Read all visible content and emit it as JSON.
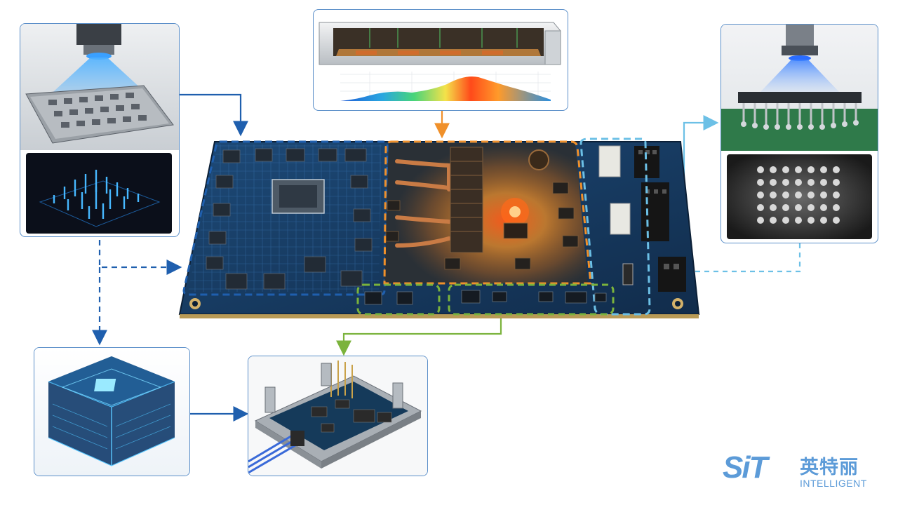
{
  "brand": {
    "logo_mark": "SiT",
    "name_cn": "英特丽",
    "name_en": "INTELLIGENT",
    "color": "#5c9bd8"
  },
  "colors": {
    "zone_digital": "#1f5fae",
    "zone_power": "#f0902a",
    "zone_interface": "#6cc0e6",
    "zone_connector": "#7bb33c",
    "board": "#15385f"
  },
  "panels": [
    {
      "id": "aoi-inspection",
      "icon": "inspection-camera-icon"
    },
    {
      "id": "xray-heatmap",
      "icon": "xray-scan-icon"
    },
    {
      "id": "reflow-thermal",
      "icon": "reflow-oven-icon"
    },
    {
      "id": "bga-inspection",
      "icon": "bga-camera-icon"
    },
    {
      "id": "3d-ct-model",
      "icon": "ct-cube-icon"
    },
    {
      "id": "test-fixture",
      "icon": "test-fixture-icon"
    }
  ]
}
